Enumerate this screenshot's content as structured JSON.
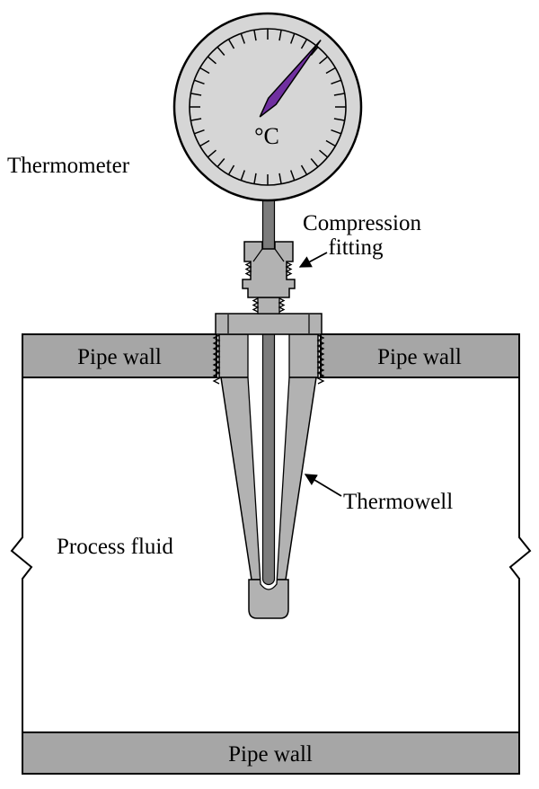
{
  "diagram": {
    "type": "technical-diagram",
    "subject": "thermowell-installation",
    "labels": {
      "thermometer": "Thermometer",
      "compression_fitting_line1": "Compression",
      "compression_fitting_line2": "fitting",
      "thermowell": "Thermowell",
      "process_fluid": "Process fluid",
      "pipe_wall_top_left": "Pipe wall",
      "pipe_wall_top_right": "Pipe wall",
      "pipe_wall_bottom": "Pipe wall"
    },
    "dial": {
      "unit": "°C",
      "tick_count": 36
    },
    "colors": {
      "dial_face": "#d6d6d6",
      "needle": "#7030a0",
      "stem": "#7c7c7c",
      "metal": "#b2b2b2",
      "pipe_wall": "#a6a6a6",
      "process_fluid_text": "#b5281c",
      "outline": "#000000"
    }
  }
}
